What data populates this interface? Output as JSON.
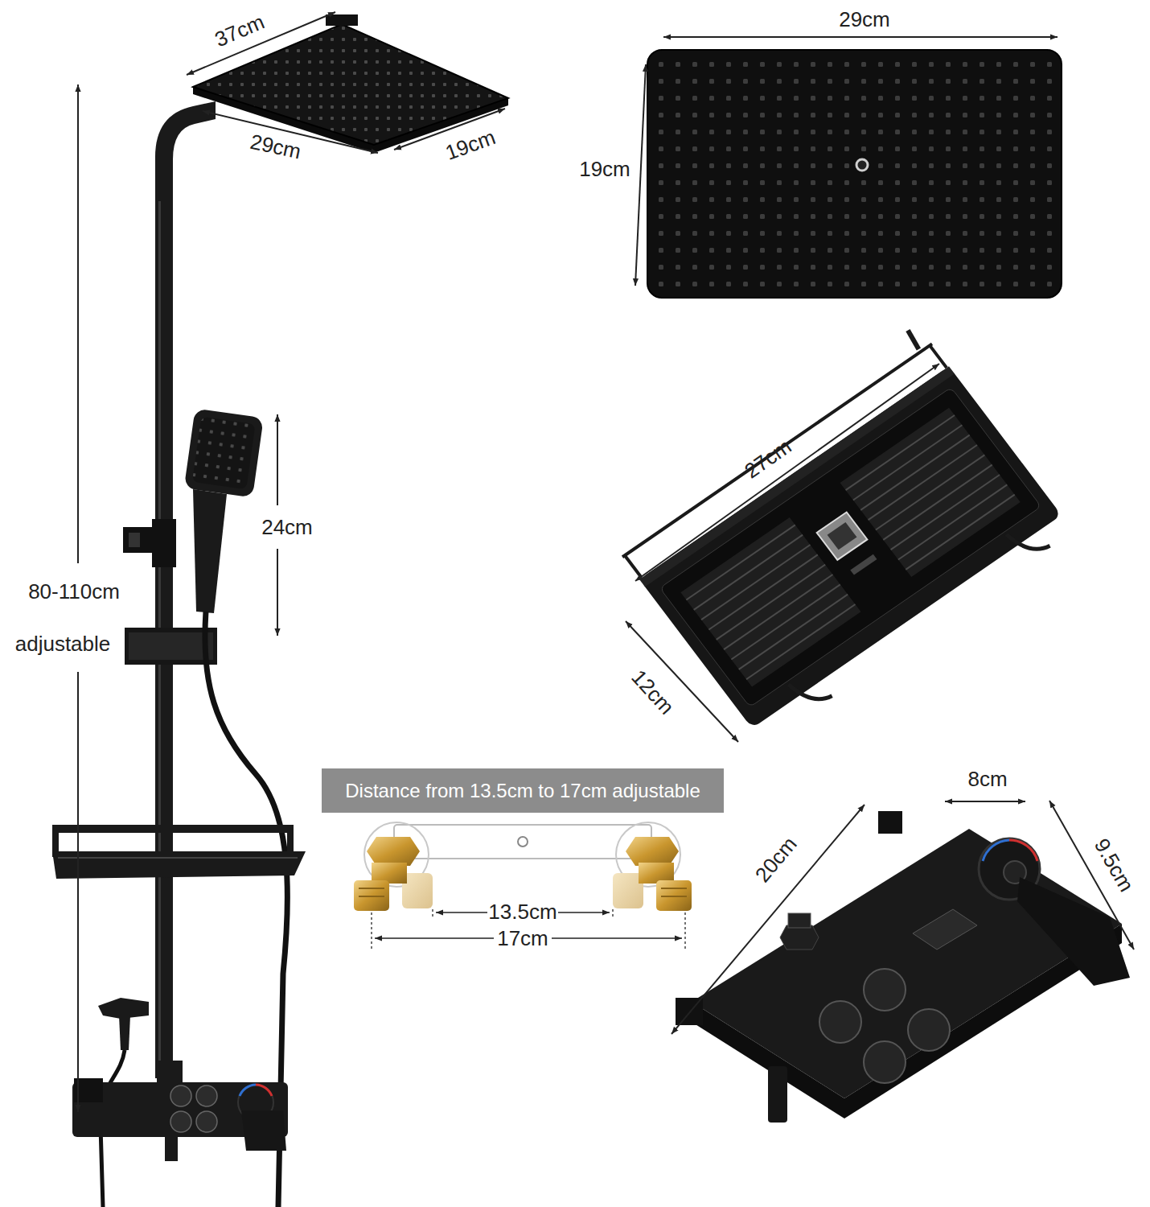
{
  "diagram": {
    "nodes": [
      {
        "text": [
          "Distance from 13.5cm to 17cm adjustable"
        ]
      }
    ],
    "labels": [
      "37cm",
      "29cm",
      "19cm",
      "80-110cm",
      "adjustable",
      "24cm",
      "29cm",
      "19cm",
      "27cm",
      "12cm",
      "13.5cm",
      "17cm",
      "8cm",
      "20cm",
      "9.5cm"
    ]
  }
}
